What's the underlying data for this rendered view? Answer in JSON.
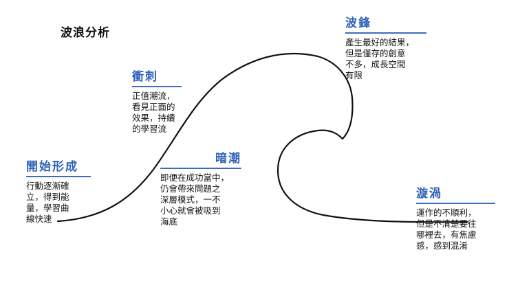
{
  "title": "波浪分析",
  "stages": [
    {
      "heading": "開始形成",
      "body": "行動逐漸確\n立，得到能\n量，學習曲\n線快速"
    },
    {
      "heading": "衝刺",
      "body": "正值潮流，\n看見正面的\n效果，持續\n的學習流"
    },
    {
      "heading": "暗潮",
      "body": "即便在成功當中，\n仍會帶來問題之\n深層模式，一不\n小心就會被吸到\n海底"
    },
    {
      "heading": "波鋒",
      "body": "產生最好的結果，\n但是僅存的創意\n不多，成長空間\n有限"
    },
    {
      "heading": "漩渦",
      "body": "運作的不順利，\n但是不清楚要往\n哪裡去，有焦慮\n感，感到混淆"
    }
  ],
  "colors": {
    "heading": "#2f62b8",
    "rule": "#3d6bbf",
    "wave": "#111111"
  }
}
